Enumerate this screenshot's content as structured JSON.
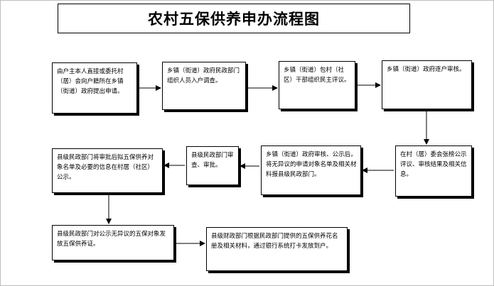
{
  "title": "农村五保供养申办流程图",
  "steps": {
    "s1": "由户主本人直接或委托村（居）会向户籍所在乡镇（街道）政府提出申请。",
    "s2": "乡镇（街道）政府民政部门组织人员入户调查。",
    "s3": "乡镇（街道）包村（社区）干部组织民主评议。",
    "s4": "乡镇（街道）政府逐户审核。",
    "s5": "在村（居）委会张榜公示评议、审核结果及相关信息。",
    "s6": "乡镇（街道）政府审核、公示后，将无异议的申请对象名单及相关材料报县级民政部门。",
    "s7": "县级民政部门审查、审批。",
    "s8": "县级民政部门将审批后拟五保供养对象名单及必要的信息在村居（社区）公示。",
    "s9": "县级民政部门对公示无异议的五保对象发放五保供养证。",
    "s10": "县级财政部门根据民政部门提供的五保供养花名册及相关材料，通过银行系统打卡发放到户。"
  }
}
